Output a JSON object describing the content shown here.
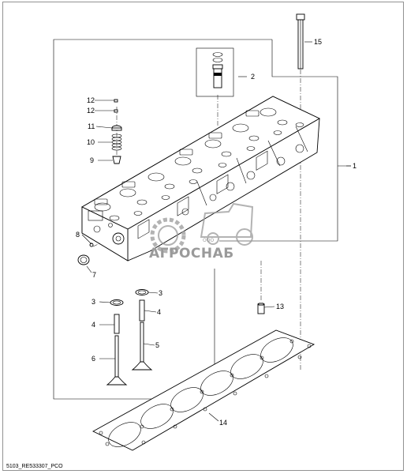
{
  "diagram": {
    "callouts": [
      {
        "id": "c1",
        "text": "1"
      },
      {
        "id": "c2",
        "text": "2"
      },
      {
        "id": "c3a",
        "text": "3"
      },
      {
        "id": "c3b",
        "text": "3"
      },
      {
        "id": "c4a",
        "text": "4"
      },
      {
        "id": "c4b",
        "text": "4"
      },
      {
        "id": "c5",
        "text": "5"
      },
      {
        "id": "c6",
        "text": "6"
      },
      {
        "id": "c7",
        "text": "7"
      },
      {
        "id": "c8",
        "text": "8"
      },
      {
        "id": "c9",
        "text": "9"
      },
      {
        "id": "c10",
        "text": "10"
      },
      {
        "id": "c11",
        "text": "11"
      },
      {
        "id": "c12a",
        "text": "12"
      },
      {
        "id": "c12b",
        "text": "12"
      },
      {
        "id": "c13",
        "text": "13"
      },
      {
        "id": "c14",
        "text": "14"
      },
      {
        "id": "c15",
        "text": "15"
      }
    ],
    "drawing_code": "5103_RE533307_PCO",
    "watermark": {
      "brand": "АГРОСНАБ",
      "prefix": "ООО"
    }
  }
}
